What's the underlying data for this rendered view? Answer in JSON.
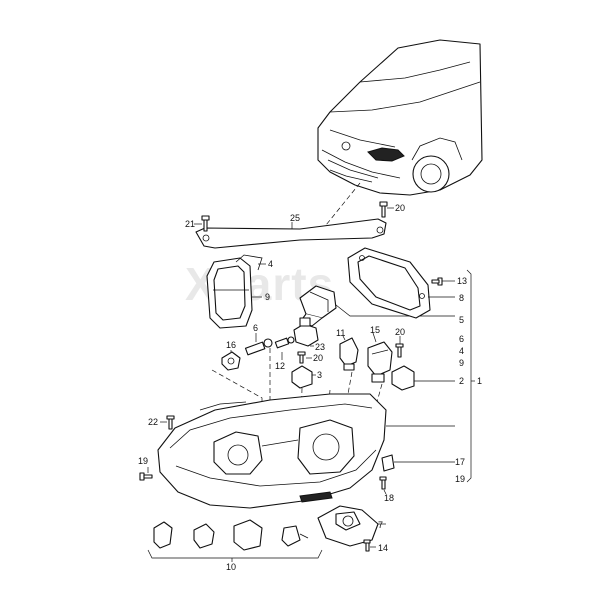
{
  "watermark": "Xparts",
  "callouts": {
    "c25": "25",
    "c21": "21",
    "c20a": "20",
    "c4a": "4",
    "c9a": "9",
    "c13": "13",
    "c8": "8",
    "c5": "5",
    "c6a": "6",
    "c16": "16",
    "c23": "23",
    "c11": "11",
    "c15": "15",
    "c20b": "20",
    "c20c": "20",
    "c12": "12",
    "c3": "3",
    "c6b": "6",
    "c4b": "4",
    "c9b": "9",
    "c2": "2",
    "c1": "1",
    "c22": "22",
    "c19a": "19",
    "c17": "17",
    "c19b": "19",
    "c18": "18",
    "c7": "7",
    "c14": "14",
    "c10": "10"
  }
}
